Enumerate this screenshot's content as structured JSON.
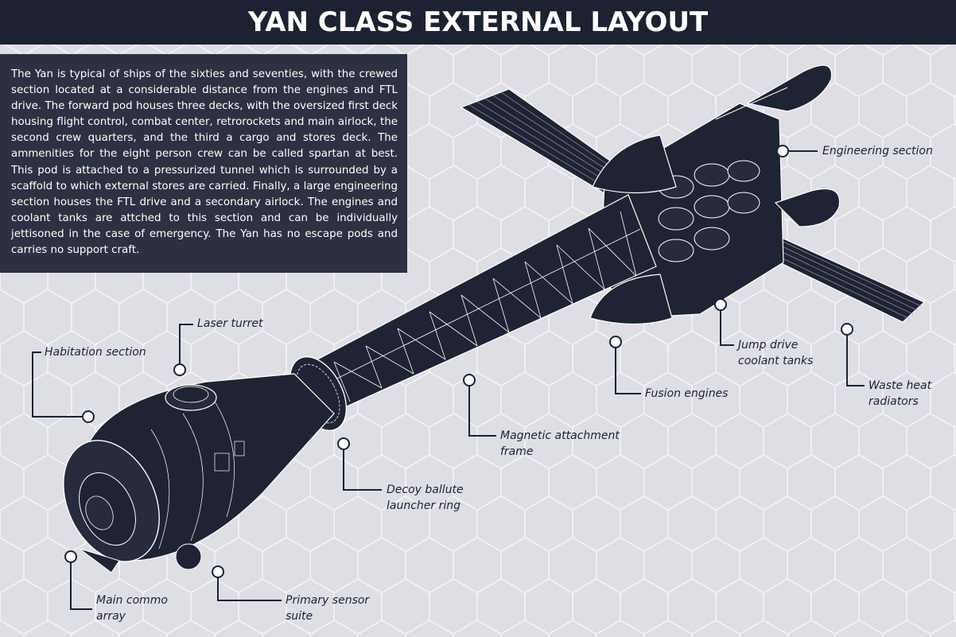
{
  "header": {
    "title": "YAN CLASS EXTERNAL LAYOUT"
  },
  "description": {
    "text": "The Yan is typical of ships of the sixties and seventies, with the crewed section located at a considerable distance from the engines and FTL drive. The forward pod houses three decks, with the oversized first deck housing flight control, combat center, retrorockets and main airlock, the second crew quarters, and the third a cargo and stores deck.  The ammenities for the eight person crew can be called spartan at best. This pod is attached to a pressurized tunnel which is surrounded by a scaffold to which external stores are carried. Finally, a large engineering section houses the FTL drive and a secondary airlock.  The engines and coolant tanks are attched to this section and can be individually jettisoned  in the case of emergency. The Yan has no escape pods and carries no support craft."
  },
  "callouts": {
    "engineering_section": {
      "line1": "Engineering section"
    },
    "laser_turret": {
      "line1": "Laser turret"
    },
    "habitation_section": {
      "line1": "Habitation section"
    },
    "jump_drive_tanks": {
      "line1": "Jump drive",
      "line2": "coolant tanks"
    },
    "fusion_engines": {
      "line1": "Fusion engines"
    },
    "waste_heat_radiators": {
      "line1": "Waste heat",
      "line2": "radiators"
    },
    "magnetic_frame": {
      "line1": "Magnetic attachment",
      "line2": "frame"
    },
    "decoy_ring": {
      "line1": "Decoy ballute",
      "line2": "launcher ring"
    },
    "main_commo": {
      "line1": "Main commo",
      "line2": "array"
    },
    "primary_sensor": {
      "line1": "Primary sensor",
      "line2": "suite"
    }
  },
  "colors": {
    "background": "#dedee5",
    "title_bar": "#1d2230",
    "description_box": "#2c3243",
    "ship_fill": "#1e2433",
    "ship_line": "#ffffff",
    "callout_line": "#1d2230"
  }
}
